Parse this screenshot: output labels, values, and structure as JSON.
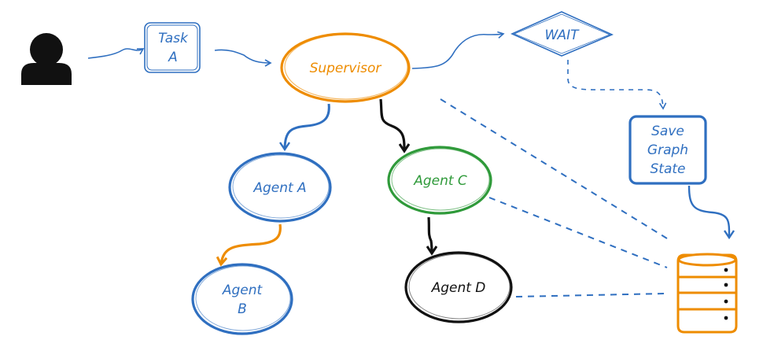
{
  "colors": {
    "blue": "#2f6fc0",
    "orange": "#ee8c00",
    "green": "#2f9a3a",
    "black": "#111111"
  },
  "user": {
    "icon": "user-silhouette-icon"
  },
  "task": {
    "line1": "Task",
    "line2": "A"
  },
  "supervisor": {
    "label": "Supervisor"
  },
  "wait": {
    "label": "WAIT"
  },
  "save_state": {
    "line1": "Save",
    "line2": "Graph",
    "line3": "State"
  },
  "agents": {
    "a": "Agent A",
    "b_line1": "Agent",
    "b_line2": "B",
    "c": "Agent C",
    "d": "Agent D"
  },
  "database": {
    "icon": "database-icon"
  }
}
